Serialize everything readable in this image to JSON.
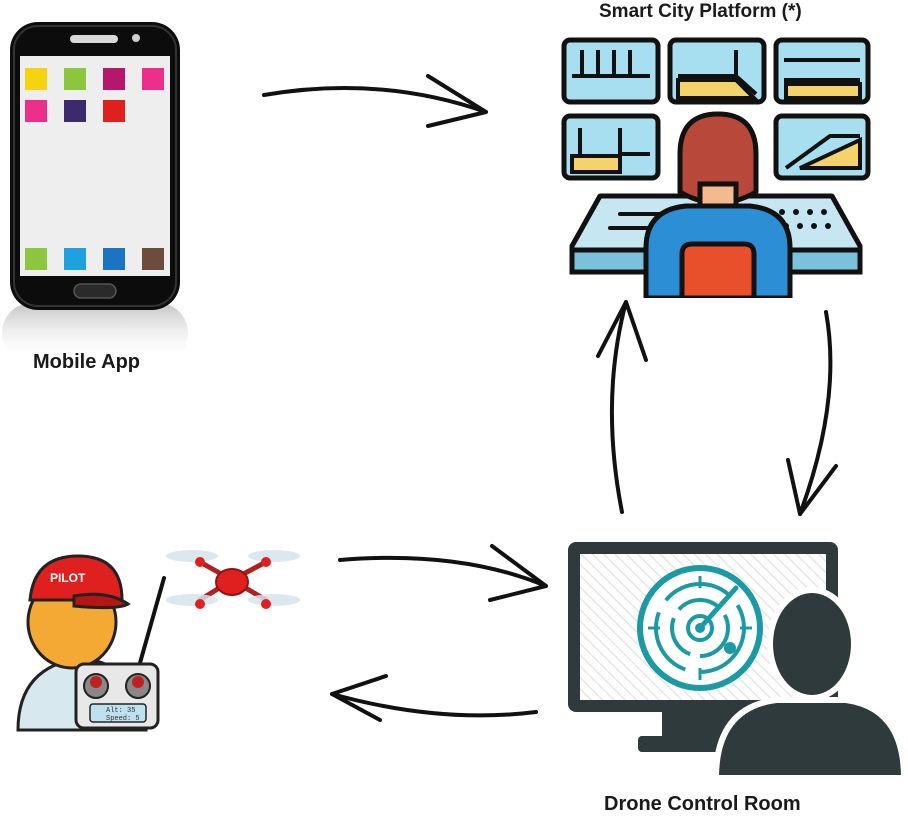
{
  "nodes": {
    "mobile_app": {
      "label": "Mobile App"
    },
    "smart_city": {
      "label": "Smart City Platform (*)"
    },
    "drone_room": {
      "label": "Drone Control Room"
    },
    "pilot": {
      "cap_text": "PILOT",
      "controller_line1": "Alt: 35",
      "controller_line2": "Speed: 5"
    }
  },
  "phone_tile_colors": [
    "#f5d40f",
    "#8cc63f",
    "#b5176b",
    "#ec2f8a",
    "#ec2f8a",
    "#3b2a6e",
    "#e0201f",
    "#8cc63f",
    "#1ea2df",
    "#1a74c2",
    "#6d4c3d"
  ],
  "colors": {
    "arrow": "#111111",
    "teal": "#1b9aa4",
    "dark": "#2e3a3b"
  }
}
